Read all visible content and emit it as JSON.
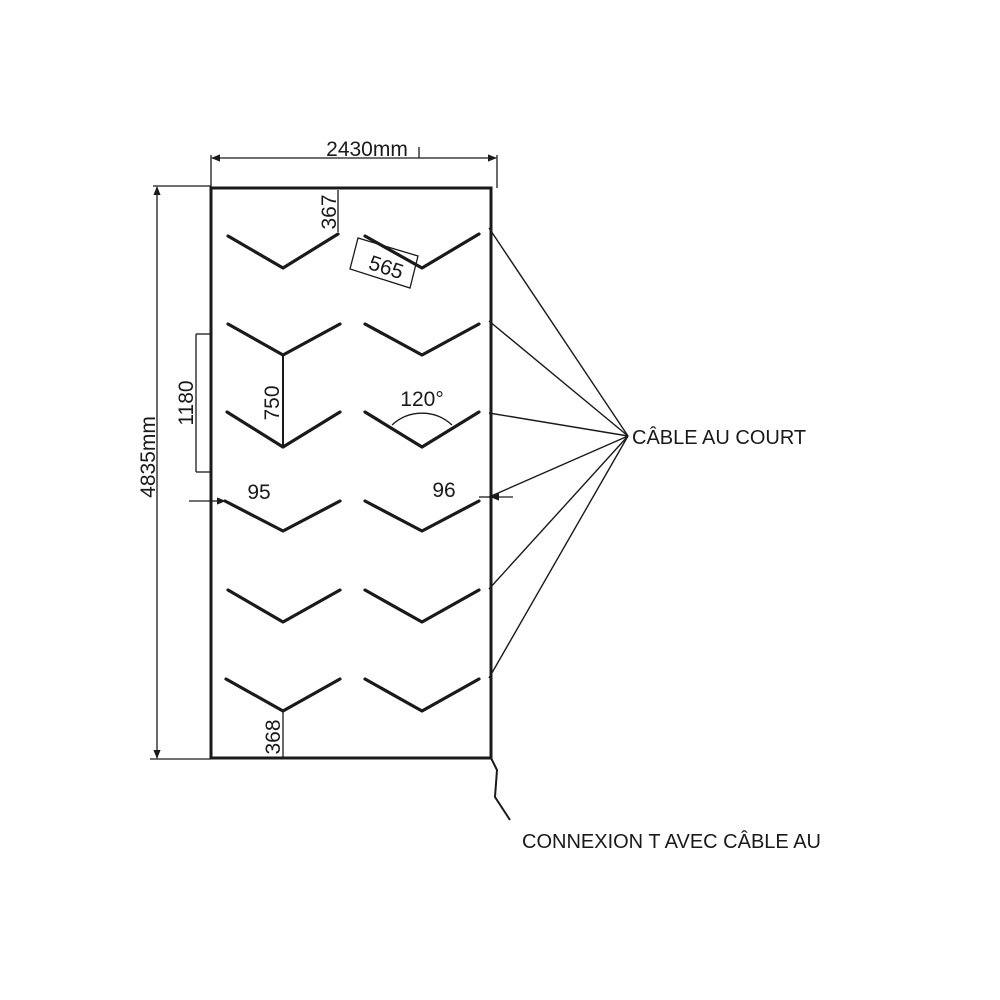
{
  "dimensions": {
    "width": "2430mm",
    "height": "4835mm",
    "v_spacing_pair": "1180",
    "v_spacing": "750",
    "angle": "120°",
    "leg_length": "565",
    "top_offset": "367",
    "bottom_offset": "368",
    "left_margin": "95",
    "right_margin": "96"
  },
  "labels": {
    "short_cable": "CÂBLE AU COURT",
    "t_connection": "CONNEXION T AVEC CÂBLE AU"
  },
  "colors": {
    "ink": "#1a1a1a",
    "background": "#ffffff"
  }
}
